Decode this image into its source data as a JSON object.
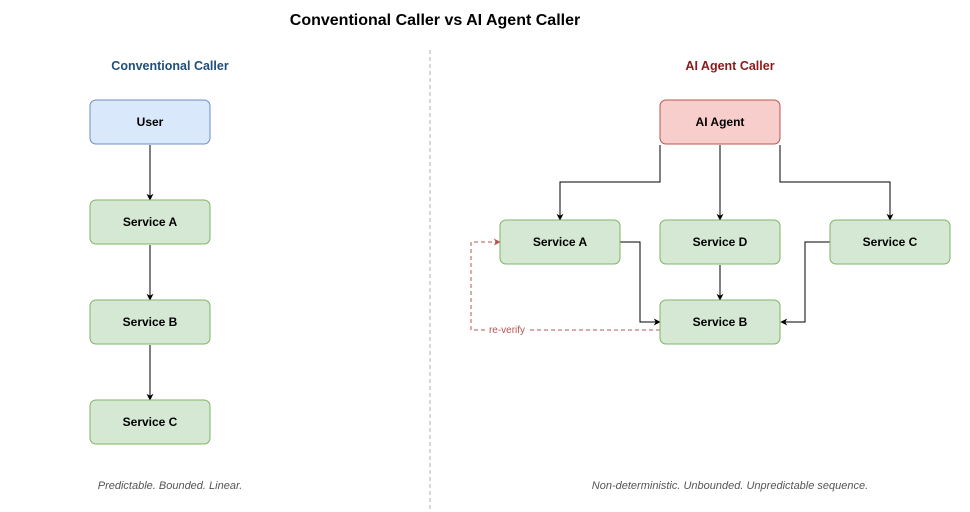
{
  "title": "Conventional Caller vs AI Agent Caller",
  "colors": {
    "blue_fill": "#dae8fc",
    "blue_stroke": "#6c8ebf",
    "green_fill": "#d5e8d4",
    "green_stroke": "#82b366",
    "red_fill": "#f8cecc",
    "red_stroke": "#b85450",
    "left_heading": "#1f4e79",
    "right_heading": "#8b1a1a",
    "divider": "#b0b0b0",
    "edge": "#000000",
    "dashed_edge": "#b85450"
  },
  "left": {
    "heading": "Conventional Caller",
    "caption": "Predictable. Bounded. Linear.",
    "nodes": {
      "user": "User",
      "service_a": "Service A",
      "service_b": "Service B",
      "service_c": "Service C"
    }
  },
  "right": {
    "heading": "AI Agent Caller",
    "caption": "Non-deterministic. Unbounded. Unpredictable sequence.",
    "nodes": {
      "ai_agent": "AI Agent",
      "service_a": "Service A",
      "service_d": "Service D",
      "service_c": "Service C",
      "service_b": "Service B"
    },
    "dashed_edge_label": "re-verify"
  }
}
